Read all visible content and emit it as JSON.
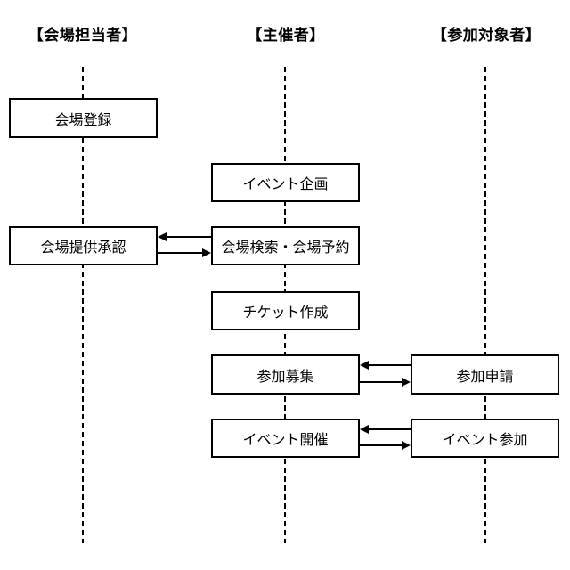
{
  "diagram": {
    "title": "event-organizing-flow",
    "colors": {
      "background": "#ffffff",
      "line": "#000000",
      "box_fill": "#ffffff",
      "box_border": "#000000"
    },
    "lanes": [
      {
        "id": "venue-manager",
        "header": "【会場担当者】"
      },
      {
        "id": "organizer",
        "header": "【主催者】"
      },
      {
        "id": "participant",
        "header": "【参加対象者】"
      }
    ],
    "boxes": {
      "venue_register": "会場登録",
      "event_plan": "イベント企画",
      "venue_approve": "会場提供承認",
      "venue_search": "会場検索・会場予約",
      "ticket_create": "チケット作成",
      "recruit": "参加募集",
      "apply": "参加申請",
      "event_hold": "イベント開催",
      "event_join": "イベント参加"
    },
    "arrows": [
      {
        "from": "venue_search",
        "to": "venue_approve",
        "direction": "left"
      },
      {
        "from": "venue_approve",
        "to": "venue_search",
        "direction": "right"
      },
      {
        "from": "apply",
        "to": "recruit",
        "direction": "left"
      },
      {
        "from": "recruit",
        "to": "apply",
        "direction": "right"
      },
      {
        "from": "event_join",
        "to": "event_hold",
        "direction": "left"
      },
      {
        "from": "event_hold",
        "to": "event_join",
        "direction": "right"
      }
    ]
  }
}
